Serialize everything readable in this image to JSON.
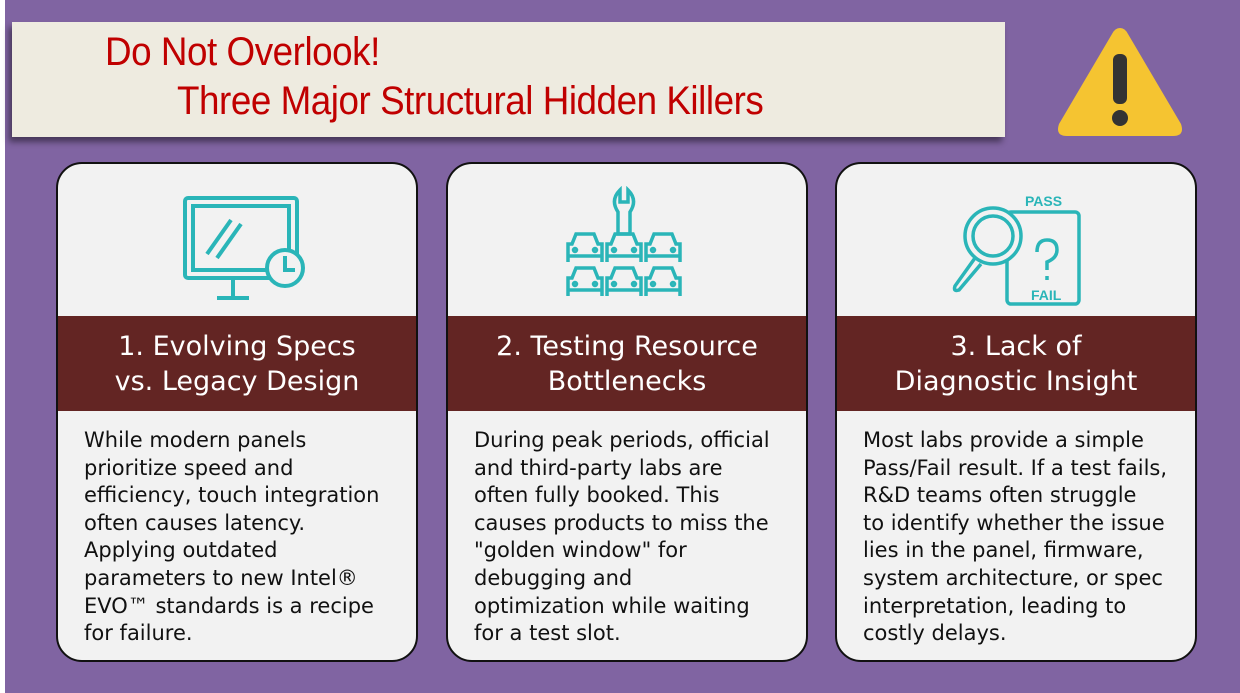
{
  "title": {
    "line1": "Do Not Overlook!",
    "line2": "Three Major Structural Hidden Killers"
  },
  "colors": {
    "background": "#8064a2",
    "banner": "#eeebe0",
    "title": "#c00000",
    "band": "#632523",
    "icon": "#2ab5b8",
    "warning": "#f5c431"
  },
  "cards": [
    {
      "icon": "monitor-clock-icon",
      "heading": [
        "1. Evolving Specs",
        "vs. Legacy Design"
      ],
      "body": [
        "While modern panels",
        "prioritize speed and",
        "efficiency, touch integration",
        "often causes latency.",
        "Applying outdated",
        "parameters to new Intel®",
        "EVO™ standards is a recipe",
        "for failure."
      ]
    },
    {
      "icon": "wrench-cars-icon",
      "heading": [
        "2. Testing Resource",
        "Bottlenecks"
      ],
      "body": [
        "During peak periods, official",
        "and third-party labs are",
        "often fully booked. This",
        "causes products to miss the",
        "\"golden window\" for",
        "debugging and",
        "optimization while waiting",
        "for a test slot."
      ]
    },
    {
      "icon": "magnifier-pass-fail-icon",
      "icon_text": {
        "pass": "PASS",
        "fail": "FAIL"
      },
      "heading": [
        "3. Lack of",
        "Diagnostic Insight"
      ],
      "body": [
        "Most labs provide a simple",
        "Pass/Fail result. If a test fails,",
        "R&D teams often struggle",
        "to identify whether the issue",
        "lies in the panel, firmware,",
        "system architecture, or spec",
        "interpretation, leading to",
        "costly delays."
      ]
    }
  ]
}
